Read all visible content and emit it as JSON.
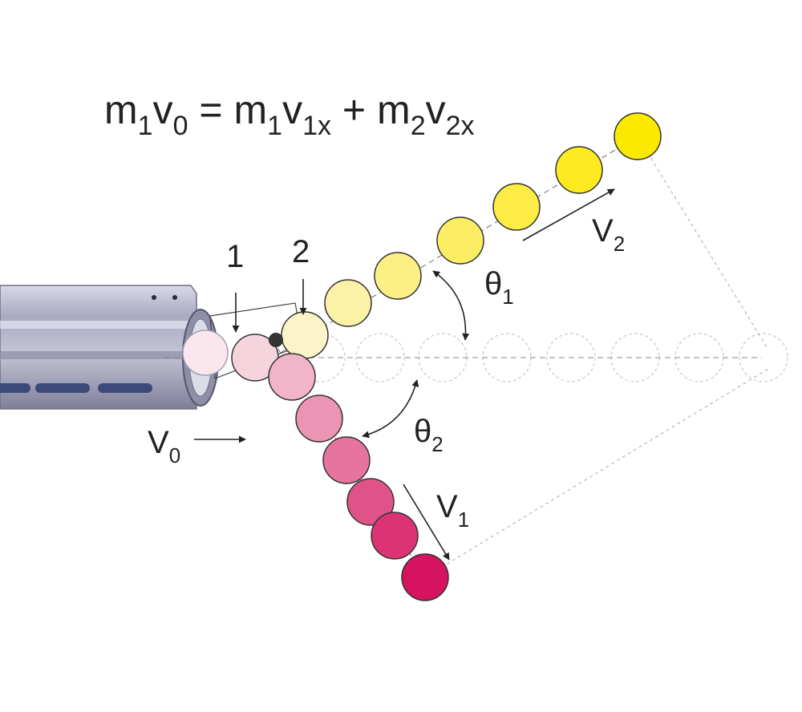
{
  "equation": {
    "lhs_mass": "m",
    "lhs_mass_sub": "1",
    "lhs_vel": "v",
    "lhs_vel_sub": "0",
    "equals": "=",
    "t1_mass": "m",
    "t1_mass_sub": "1",
    "t1_vel": "v",
    "t1_vel_sub": "1x",
    "plus": "+",
    "t2_mass": "m",
    "t2_mass_sub": "2",
    "t2_vel": "v",
    "t2_vel_sub": "2x"
  },
  "labels": {
    "ball1": "1",
    "ball2": "2",
    "v0_main": "V",
    "v0_sub": "0",
    "v1_main": "V",
    "v1_sub": "1",
    "v2_main": "V",
    "v2_sub": "2",
    "theta1_main": "θ",
    "theta1_sub": "1",
    "theta2_main": "θ",
    "theta2_sub": "2"
  },
  "colors": {
    "ball1_start": "#f6d4de",
    "ball1_end": "#d5135e",
    "ball2_start": "#fbf4c8",
    "ball2_end": "#fde800",
    "ghost": "#c8c8c8",
    "launcher": "#a8a8c0",
    "slot": "#3b4a7a",
    "text": "#222222"
  }
}
